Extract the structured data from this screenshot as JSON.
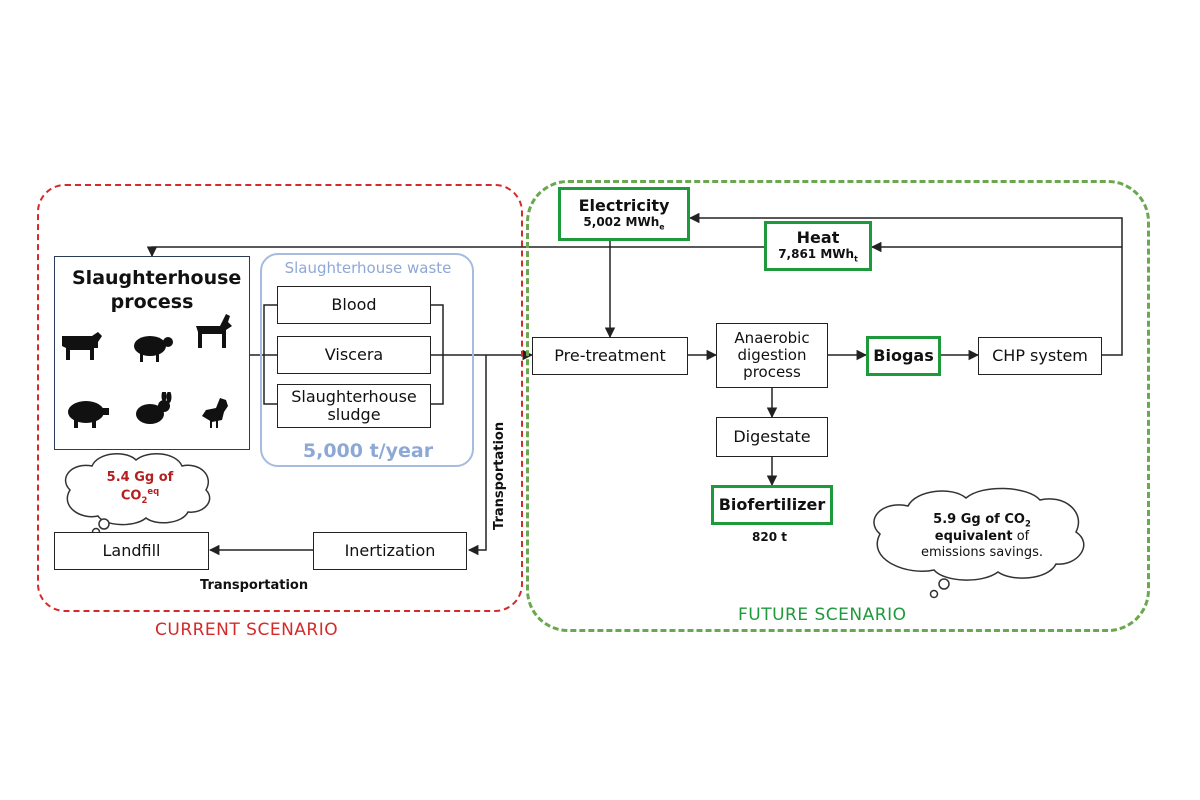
{
  "current": {
    "label": "CURRENT SCENARIO",
    "color": "#d42a2a",
    "slaughterhouse_process": "Slaughterhouse process",
    "animal_icons": [
      "cow-icon",
      "sheep-icon",
      "goat-icon",
      "pig-icon",
      "rabbit-icon",
      "chicken-icon"
    ],
    "waste": {
      "title": "Slaughterhouse waste",
      "items": [
        "Blood",
        "Viscera",
        "Slaughterhouse sludge"
      ],
      "amount": "5,000 t/year",
      "color": "#a6bcdf"
    },
    "inertization": "Inertization",
    "landfill": "Landfill",
    "transport_vertical": "Transportation",
    "transport_horizontal": "Transportation",
    "emissions": {
      "value": "5.4 Gg of",
      "unit_base": "CO",
      "unit_sub": "2",
      "unit_sup": "eq"
    }
  },
  "future": {
    "label": "FUTURE SCENARIO",
    "color": "#1e9a3c",
    "pretreatment": "Pre-treatment",
    "anaerobic": "Anaerobic digestion process",
    "biogas": "Biogas",
    "chp": "CHP system",
    "digestate": "Digestate",
    "biofertilizer": "Biofertilizer",
    "biofertilizer_amount": "820 t",
    "electricity": {
      "title": "Electricity",
      "value": "5,002 MWh",
      "sub": "e"
    },
    "heat": {
      "title": "Heat",
      "value": "7,861 MWh",
      "sub": "t"
    },
    "savings": {
      "bold_part": "5.9 Gg of CO",
      "sub": "2",
      "line2_bold": "equivalent",
      "line2_rest": " of",
      "line3": "emissions savings."
    }
  }
}
